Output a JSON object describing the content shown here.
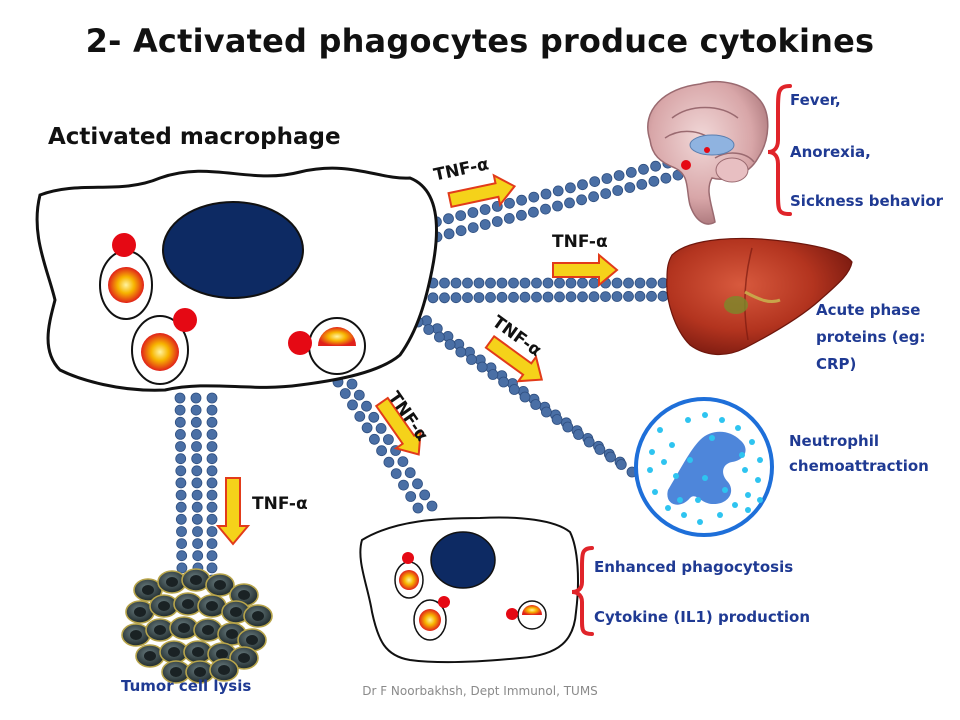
{
  "title": "2- Activated phagocytes produce cytokines",
  "subtitle": "Activated macrophage",
  "cytokine_label": "TNF-α",
  "effects": {
    "brain": [
      "Fever,",
      "Anorexia,",
      "Sickness behavior"
    ],
    "liver": [
      "Acute phase",
      "proteins (eg:",
      "CRP)"
    ],
    "neutrophil": [
      "Neutrophil",
      "chemoattraction"
    ],
    "macrophage": [
      "Enhanced phagocytosis",
      "Cytokine (IL1) production"
    ],
    "tumor": "Tumor cell lysis"
  },
  "footer": "Dr F Noorbakhsh, Dept Immunol, TUMS",
  "colors": {
    "dot": "#4a6fa5",
    "nucleus": "#0d2a63",
    "arrow_fill": "#f5d21a",
    "arrow_stroke": "#e23b1a",
    "label_blue": "#1f3a93",
    "brace_red": "#e0242a",
    "liver": "#b3341f",
    "neutrophil_border": "#1e6fd9"
  }
}
